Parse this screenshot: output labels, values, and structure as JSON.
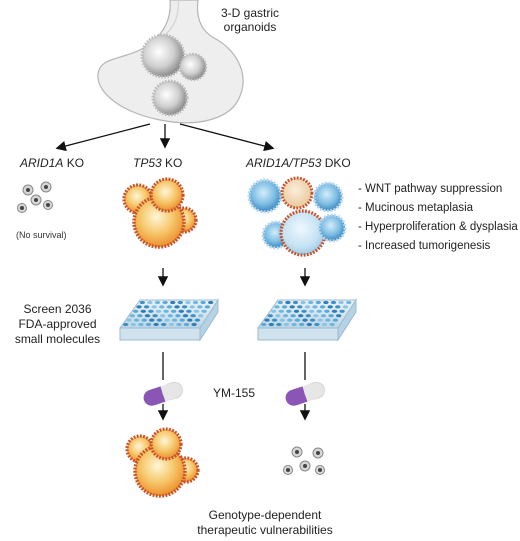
{
  "top_label": [
    "3-D gastric",
    "organoids"
  ],
  "branches": {
    "left": {
      "gene": "ARID1A",
      "suffix": " KO",
      "note": "(No survival)"
    },
    "middle": {
      "gene": "TP53",
      "suffix": " KO"
    },
    "right": {
      "gene": "ARID1A/TP53",
      "suffix": " DKO"
    }
  },
  "phenotypes": [
    "- WNT pathway suppression",
    "- Mucinous metaplasia",
    "- Hyperproliferation & dysplasia",
    "- Increased tumorigenesis"
  ],
  "screen_label": [
    "Screen 2036",
    "FDA-approved",
    "small molecules"
  ],
  "drug": "YM-155",
  "conclusion": [
    "Genotype-dependent",
    "therapeutic vulnerabilities"
  ],
  "colors": {
    "organoid_orange": "#f0a23c",
    "organoid_rim": "#c8502a",
    "dko_blue": "#3f93c6",
    "plate_blue": "#5aa9d6",
    "pill_purple": "#7b4ba3",
    "stomach_gray": "#e8e8e8"
  }
}
